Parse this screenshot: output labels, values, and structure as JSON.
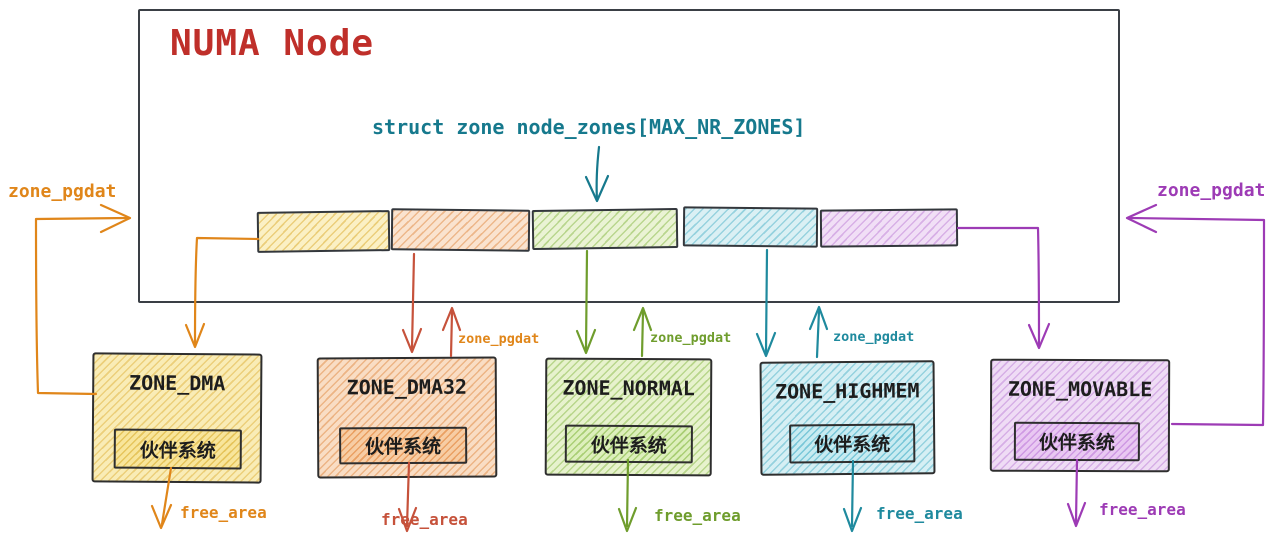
{
  "numa": {
    "title": "NUMA Node",
    "array_label": "struct zone node_zones[MAX_NR_ZONES]"
  },
  "pgdat_labels": {
    "left": "zone_pgdat",
    "right": "zone_pgdat",
    "dma32": "zone_pgdat",
    "normal": "zone_pgdat",
    "highmem": "zone_pgdat"
  },
  "zones": [
    {
      "name": "ZONE_DMA",
      "buddy_label": "伙伴系统",
      "free_area_label": "free_area",
      "accent": "#e0861a"
    },
    {
      "name": "ZONE_DMA32",
      "buddy_label": "伙伴系统",
      "free_area_label": "free_area",
      "accent": "#c6523b"
    },
    {
      "name": "ZONE_NORMAL",
      "buddy_label": "伙伴系统",
      "free_area_label": "free_area",
      "accent": "#6f9d2d"
    },
    {
      "name": "ZONE_HIGHMEM",
      "buddy_label": "伙伴系统",
      "free_area_label": "free_area",
      "accent": "#1f8a9e"
    },
    {
      "name": "ZONE_MOVABLE",
      "buddy_label": "伙伴系统",
      "free_area_label": "free_area",
      "accent": "#9d3bb5"
    }
  ],
  "colors": {
    "numa_title": "#bf2f2a",
    "struct_label": "#16798d",
    "numa_border": "#3a3f45",
    "zone_border": "#2e2e2e",
    "background": "#ffffff"
  }
}
